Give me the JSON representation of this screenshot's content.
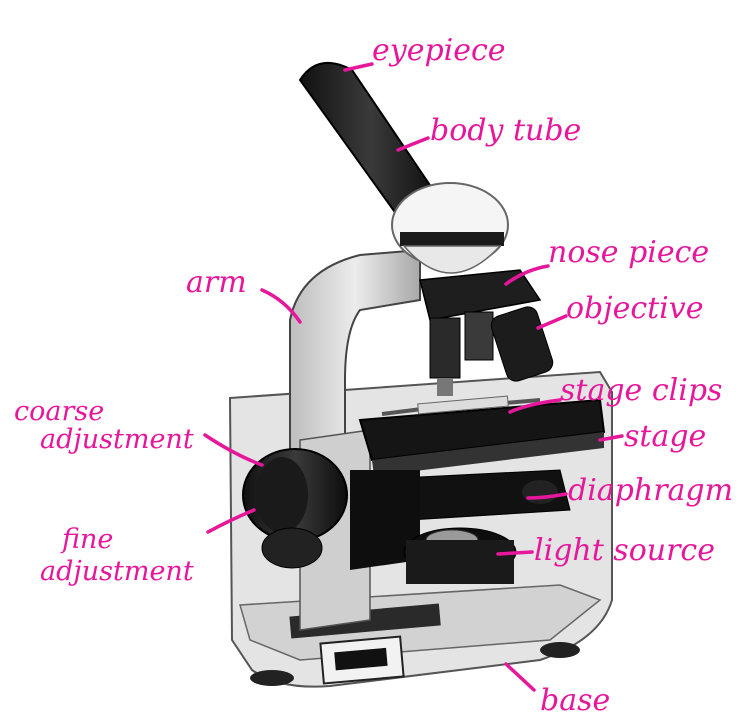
{
  "colors": {
    "label": "#e6179b",
    "ink": "#1a1a1a",
    "paper": "#ffffff"
  },
  "labels": {
    "eyepiece": "eyepiece",
    "body_tube": "body tube",
    "nose_piece": "nose piece",
    "objective": "objective",
    "arm": "arm",
    "stage_clips": "stage clips",
    "stage": "stage",
    "coarse_adjustment_line1": "coarse",
    "coarse_adjustment_line2": "adjustment",
    "diaphragm": "diaphragm",
    "fine_adjustment_line1": "fine",
    "fine_adjustment_line2": "adjustment",
    "light_source": "light source",
    "base": "base"
  }
}
